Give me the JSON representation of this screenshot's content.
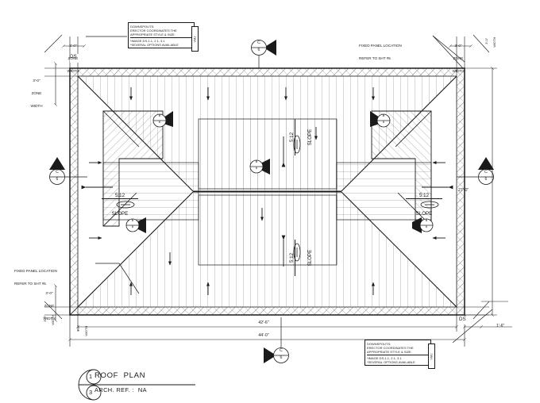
{
  "drawing": {
    "type": "roof-plan",
    "title_block": {
      "detail_number": "1",
      "sheet_number": "3",
      "title": "ROOF  PLAN",
      "reference": "ARCH. REF. :  NA"
    },
    "dimensions": {
      "overall_width": "44'-0\"",
      "inner_width": "42'-6\"",
      "overall_height": "27'-0\"",
      "edge_offset": "1'-6\"",
      "zone_width_value": "3'-0\"",
      "zone_width_label_line1": "3'-0\"",
      "zone_width_label_line2": "ZONE",
      "zone_width_label_line3": "WIDTH"
    },
    "slopes": [
      {
        "id": "slope-left",
        "ratio": "5:12",
        "label": "SLOPE",
        "orientation": "horizontal"
      },
      {
        "id": "slope-right",
        "ratio": "5:12",
        "label": "SLOPE",
        "orientation": "horizontal"
      },
      {
        "id": "slope-top",
        "ratio": "5:12",
        "label": "SLOPE",
        "orientation": "vertical"
      },
      {
        "id": "slope-bottom",
        "ratio": "5:12",
        "label": "SLOPE",
        "orientation": "vertical"
      }
    ],
    "notes": {
      "downspout": {
        "line1": "DOWNSPOUTS:",
        "line2": "ERECTOR  COORDINATES  THE",
        "line3": "APPROPRIATE  STYLE  &  SIZE.",
        "line4": "*IMAGE  DS-1.1,  2.1,  3.1",
        "line5": "*SEVERAL  OPTIONS  AVAILABLE",
        "tab": "VM2"
      },
      "fixed_panel": {
        "line1": "FIXED PANEL LOCATION",
        "line2": "REFER TO SHT #5"
      }
    },
    "markers": {
      "downspout_tag": "DS",
      "section_letter": "C",
      "section_sheet": "6",
      "hip_letter": "B",
      "hip_sheet": "6"
    },
    "colors": {
      "line": "#1a1a1a",
      "hatch": "#555555",
      "background": "#ffffff"
    }
  }
}
